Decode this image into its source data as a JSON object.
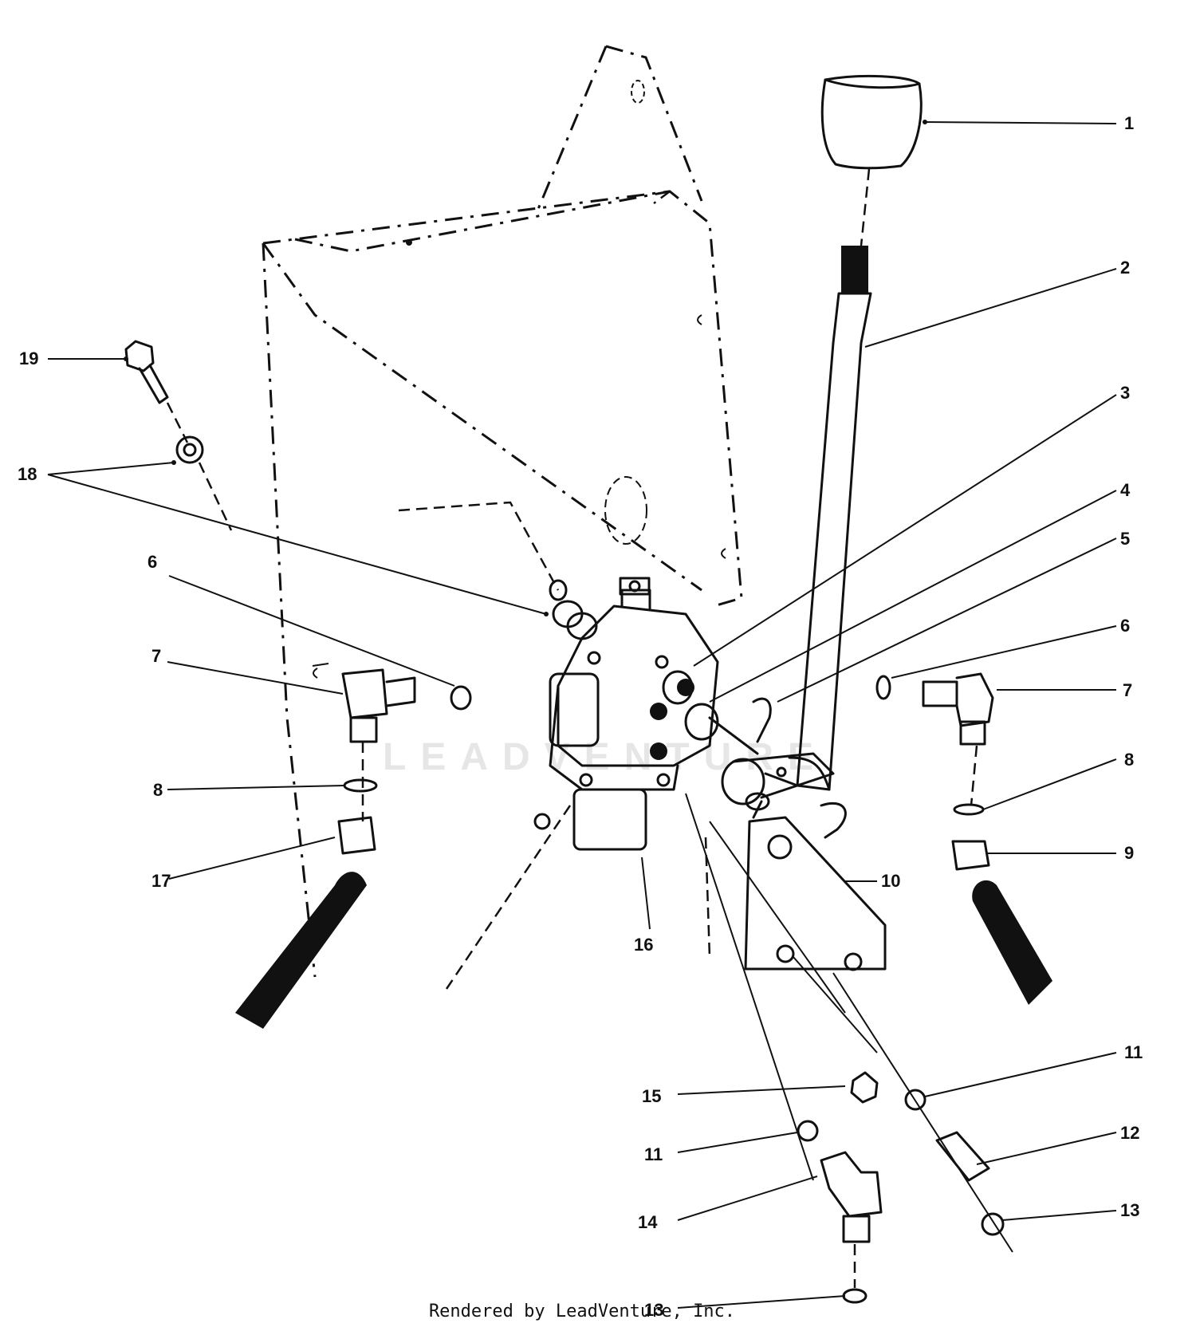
{
  "callouts": {
    "c1": "1",
    "c2": "2",
    "c3": "3",
    "c4": "4",
    "c5": "5",
    "c6_right": "6",
    "c7_right": "7",
    "c8_right": "8",
    "c9": "9",
    "c10": "10",
    "c11_right": "11",
    "c12": "12",
    "c13_right": "13",
    "c11_left": "11",
    "c14": "14",
    "c13_bottom": "13",
    "c15": "15",
    "c16": "16",
    "c17": "17",
    "c8_left": "8",
    "c7_left": "7",
    "c6_left": "6",
    "c18": "18",
    "c19": "19"
  },
  "watermark": "LEADVENTURE",
  "footer": "Rendered by LeadVenture, Inc."
}
